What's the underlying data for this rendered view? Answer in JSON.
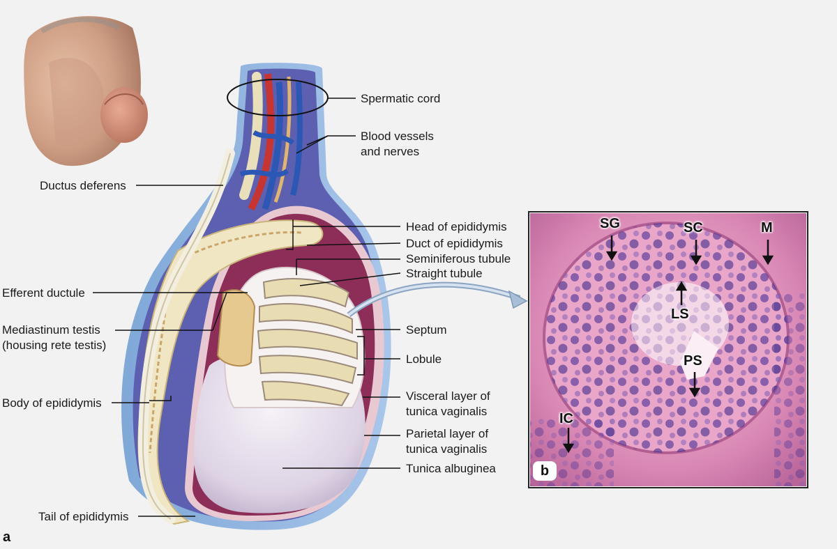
{
  "figure": {
    "panel_a": "a",
    "panel_b": "b"
  },
  "labels": {
    "spermatic_cord": "Spermatic cord",
    "blood_vessels": [
      "Blood vessels",
      "and nerves"
    ],
    "ductus_deferens": "Ductus deferens",
    "head_of_epididymis": "Head of epididymis",
    "duct_of_epididymis": "Duct of epididymis",
    "seminiferous_tubule": "Seminiferous tubule",
    "straight_tubule": "Straight tubule",
    "efferent_ductule": "Efferent ductule",
    "mediastinum_testis": [
      "Mediastinum testis",
      "(housing rete testis)"
    ],
    "septum": "Septum",
    "lobule": "Lobule",
    "body_of_epididymis": "Body of epididymis",
    "visceral_layer": [
      "Visceral layer of",
      "tunica vaginalis"
    ],
    "parietal_layer": [
      "Parietal layer of",
      "tunica vaginalis"
    ],
    "tunica_albuginea": "Tunica albuginea",
    "tail_of_epididymis": "Tail of epididymis"
  },
  "micrograph": {
    "sg": "SG",
    "sc": "SC",
    "m": "M",
    "ls": "LS",
    "ps": "PS",
    "ic": "IC"
  }
}
